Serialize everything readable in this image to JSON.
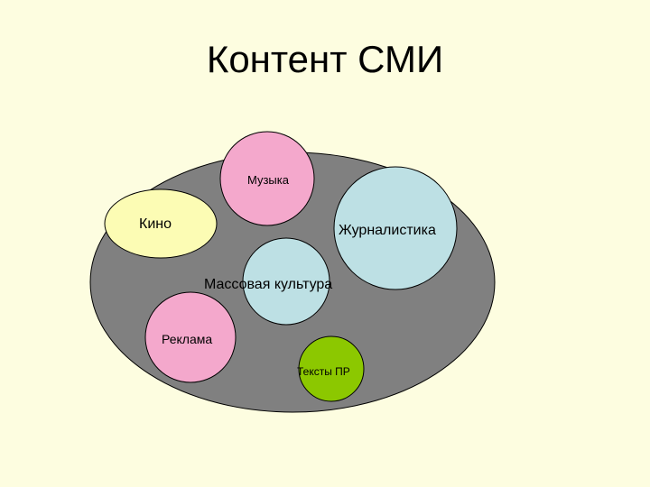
{
  "title": "Контент СМИ",
  "colors": {
    "background": "#fdfde0",
    "container": "#808080",
    "pink": "#f4a8cc",
    "lightblue": "#bde0e4",
    "yellow": "#fcfcb4",
    "green": "#8cc800",
    "outline": "#000000"
  },
  "diagram": {
    "container": "Контент СМИ",
    "items": [
      {
        "label": "Музыка",
        "color": "pink"
      },
      {
        "label": "Кино",
        "color": "yellow"
      },
      {
        "label": "Журналистика",
        "color": "lightblue"
      },
      {
        "label": "Массовая культура",
        "color": "lightblue"
      },
      {
        "label": "Реклама",
        "color": "pink"
      },
      {
        "label": "Тексты ПР",
        "color": "green"
      }
    ]
  }
}
